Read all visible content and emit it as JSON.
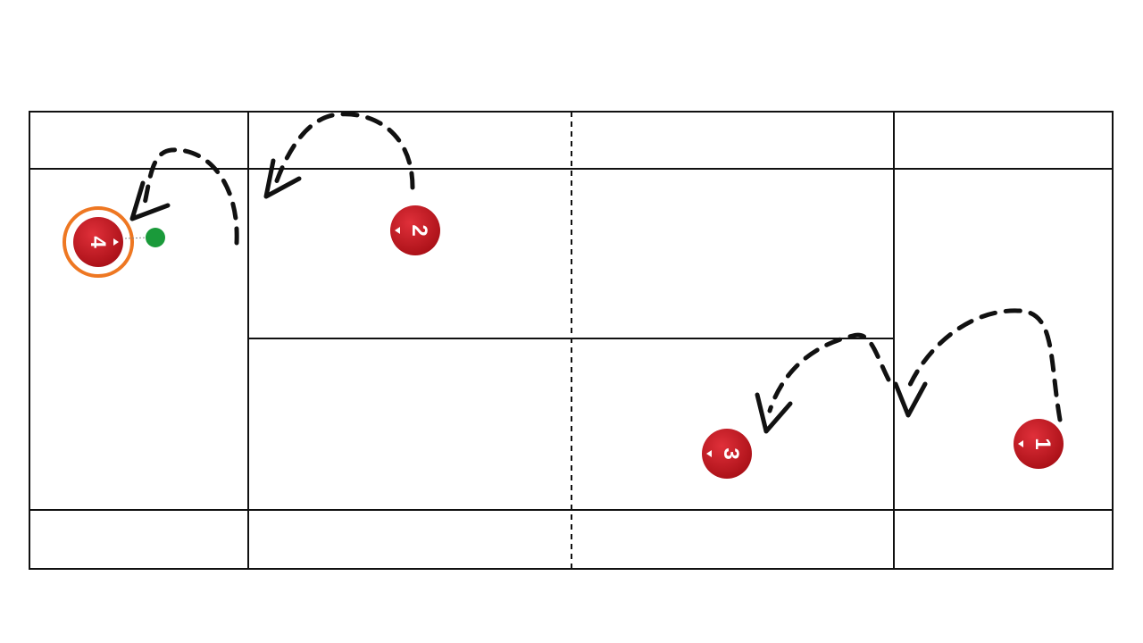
{
  "court": {
    "line_color": "#111111",
    "background": "#ffffff"
  },
  "player_color": "#c8161e",
  "selected_ring_color": "#ee7722",
  "marker_color": "#1a9a3a",
  "players": [
    {
      "id": "p1",
      "label": "1"
    },
    {
      "id": "p2",
      "label": "2"
    },
    {
      "id": "p3",
      "label": "3"
    },
    {
      "id": "p4",
      "label": "4",
      "selected": true
    }
  ]
}
